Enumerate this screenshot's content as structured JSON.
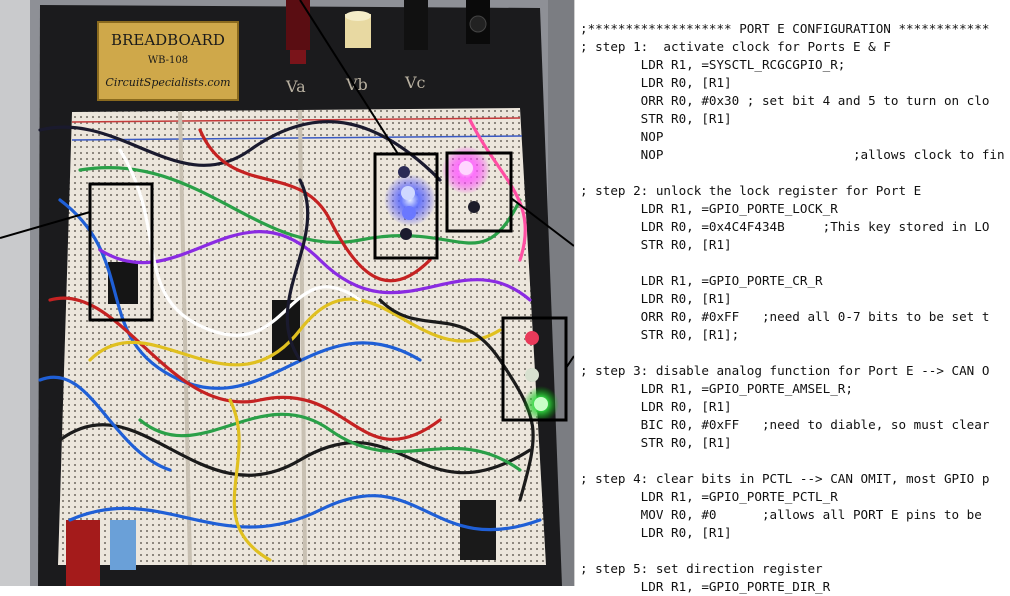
{
  "photo": {
    "brand": "BREADBOARD",
    "model": "WB-108",
    "website": "CircuitSpecialists.com",
    "terminals": [
      "Va",
      "Vb",
      "Vc"
    ]
  },
  "code": {
    "lines": [
      ";******************* PORT E CONFIGURATION ************",
      "; step 1:  activate clock for Ports E & F",
      "        LDR R1, =SYSCTL_RCGCGPIO_R;",
      "        LDR R0, [R1]",
      "        ORR R0, #0x30 ; set bit 4 and 5 to turn on clo",
      "        STR R0, [R1]",
      "        NOP",
      "        NOP                         ;allows clock to fin",
      "",
      "; step 2: unlock the lock register for Port E",
      "        LDR R1, =GPIO_PORTE_LOCK_R",
      "        LDR R0, =0x4C4F434B     ;This key stored in LO",
      "        STR R0, [R1]",
      "",
      "        LDR R1, =GPIO_PORTE_CR_R",
      "        LDR R0, [R1]",
      "        ORR R0, #0xFF   ;need all 0-7 bits to be set t",
      "        STR R0, [R1];",
      "",
      "; step 3: disable analog function for Port E --> CAN O",
      "        LDR R1, =GPIO_PORTE_AMSEL_R;",
      "        LDR R0, [R1]",
      "        BIC R0, #0xFF   ;need to diable, so must clear",
      "        STR R0, [R1]",
      "",
      "; step 4: clear bits in PCTL --> CAN OMIT, most GPIO p",
      "        LDR R1, =GPIO_PORTE_PCTL_R",
      "        MOV R0, #0      ;allows all PORT E pins to be",
      "        LDR R0, [R1]",
      "",
      "; step 5: set direction register",
      "        LDR R1, =GPIO_PORTE_DIR_R"
    ]
  }
}
